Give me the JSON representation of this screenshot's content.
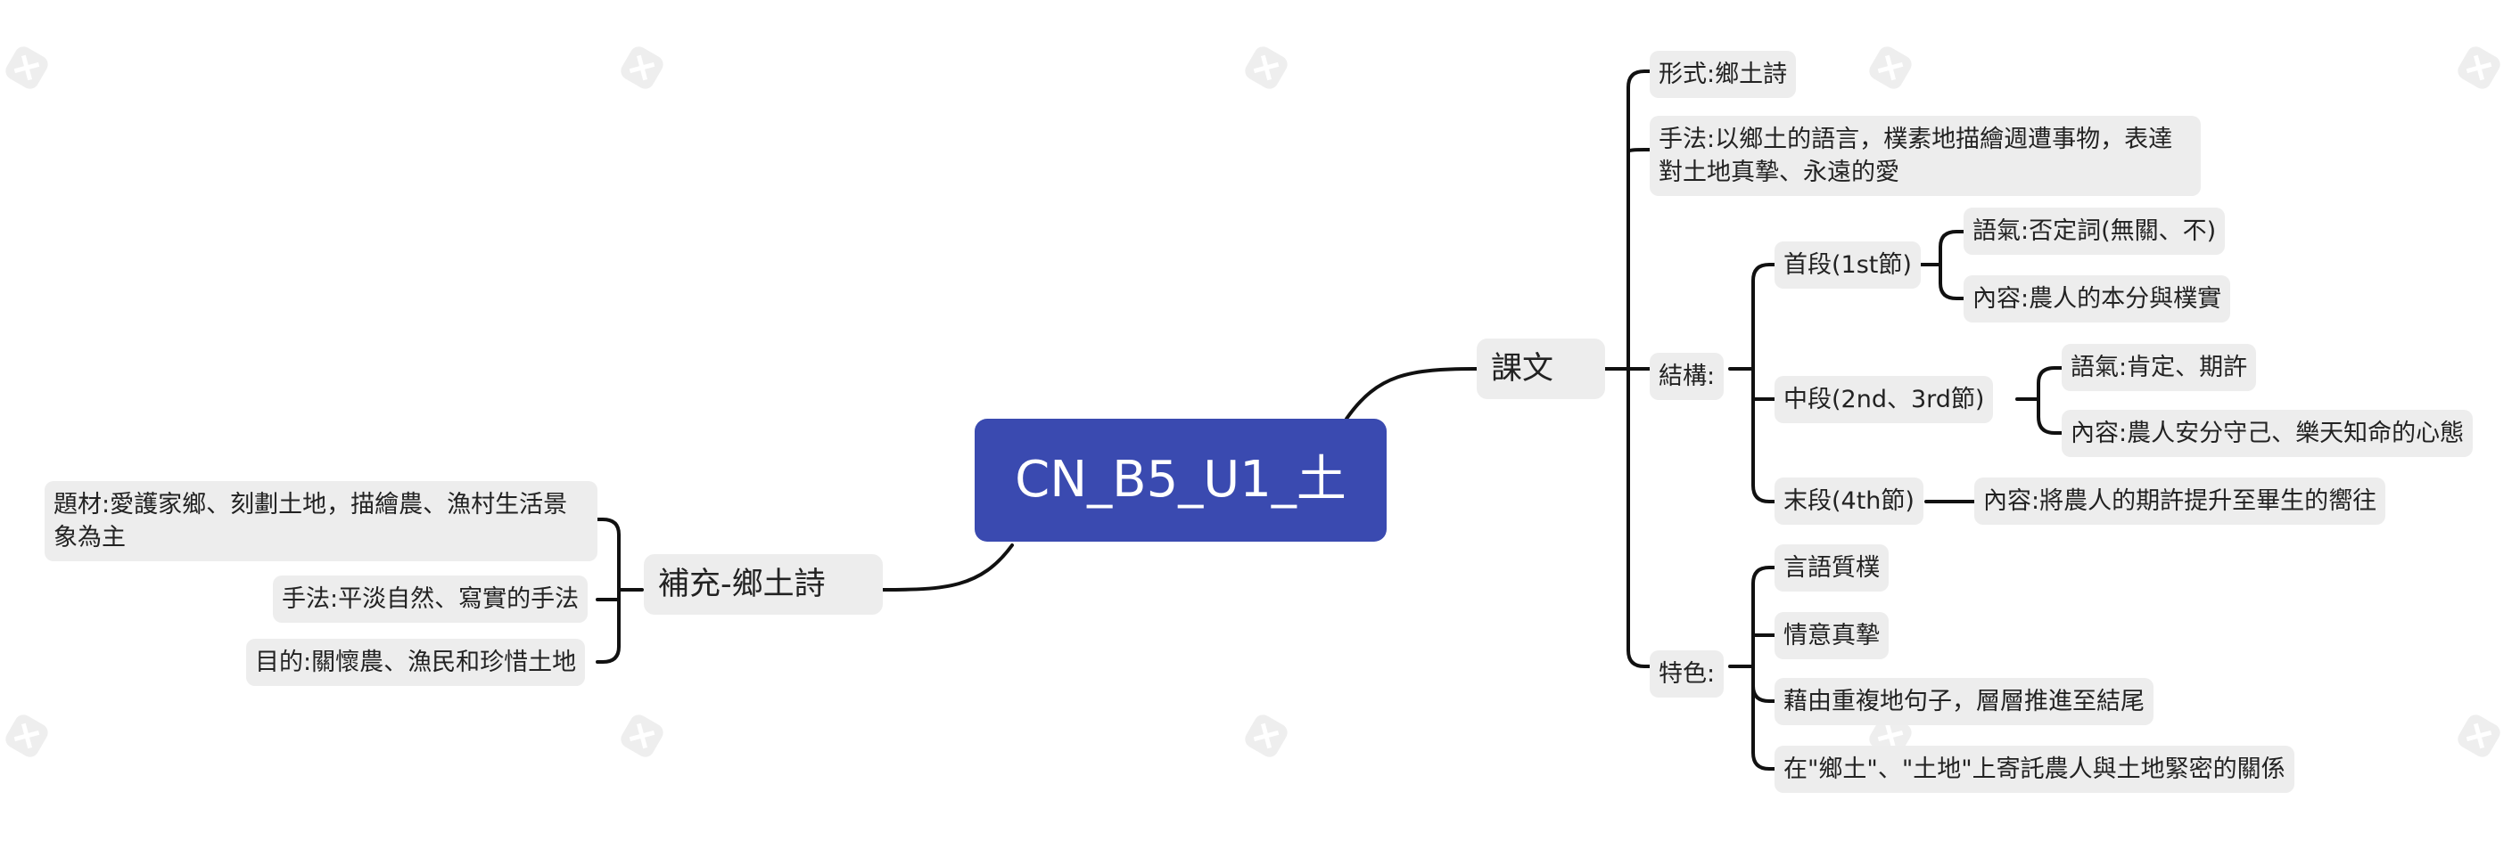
{
  "root": {
    "label": "CN_B5_U1_土"
  },
  "right": {
    "label": "課文",
    "form": "形式:鄉土詩",
    "technique": "手法:以鄉土的語言，樸素地描繪週遭事物，表達對土地真摯、永遠的愛",
    "structure": {
      "label": "結構:",
      "first": {
        "label": "首段(1st節)",
        "tone": "語氣:否定詞(無關、不)",
        "content": "內容:農人的本分與樸實"
      },
      "middle": {
        "label": "中段(2nd、3rd節)",
        "tone": "語氣:肯定、期許",
        "content": "內容:農人安分守己、樂天知命的心態"
      },
      "last": {
        "label": "末段(4th節)",
        "content": "內容:將農人的期許提升至畢生的嚮往"
      }
    },
    "features": {
      "label": "特色:",
      "items": [
        "言語質樸",
        "情意真摯",
        "藉由重複地句子，層層推進至結尾",
        "在\"鄉土\"、\"土地\"上寄託農人與土地緊密的關係"
      ]
    }
  },
  "left": {
    "label": "補充-鄉土詩",
    "subject": "題材:愛護家鄉、刻劃土地，描繪農、漁村生活景象為主",
    "method": "手法:平淡自然、寫實的手法",
    "purpose": "目的:關懷農、漁民和珍惜土地"
  },
  "colors": {
    "root_bg": "#3a4ab0",
    "node_bg": "#ededed",
    "line": "#111111"
  },
  "watermark": "XMind"
}
